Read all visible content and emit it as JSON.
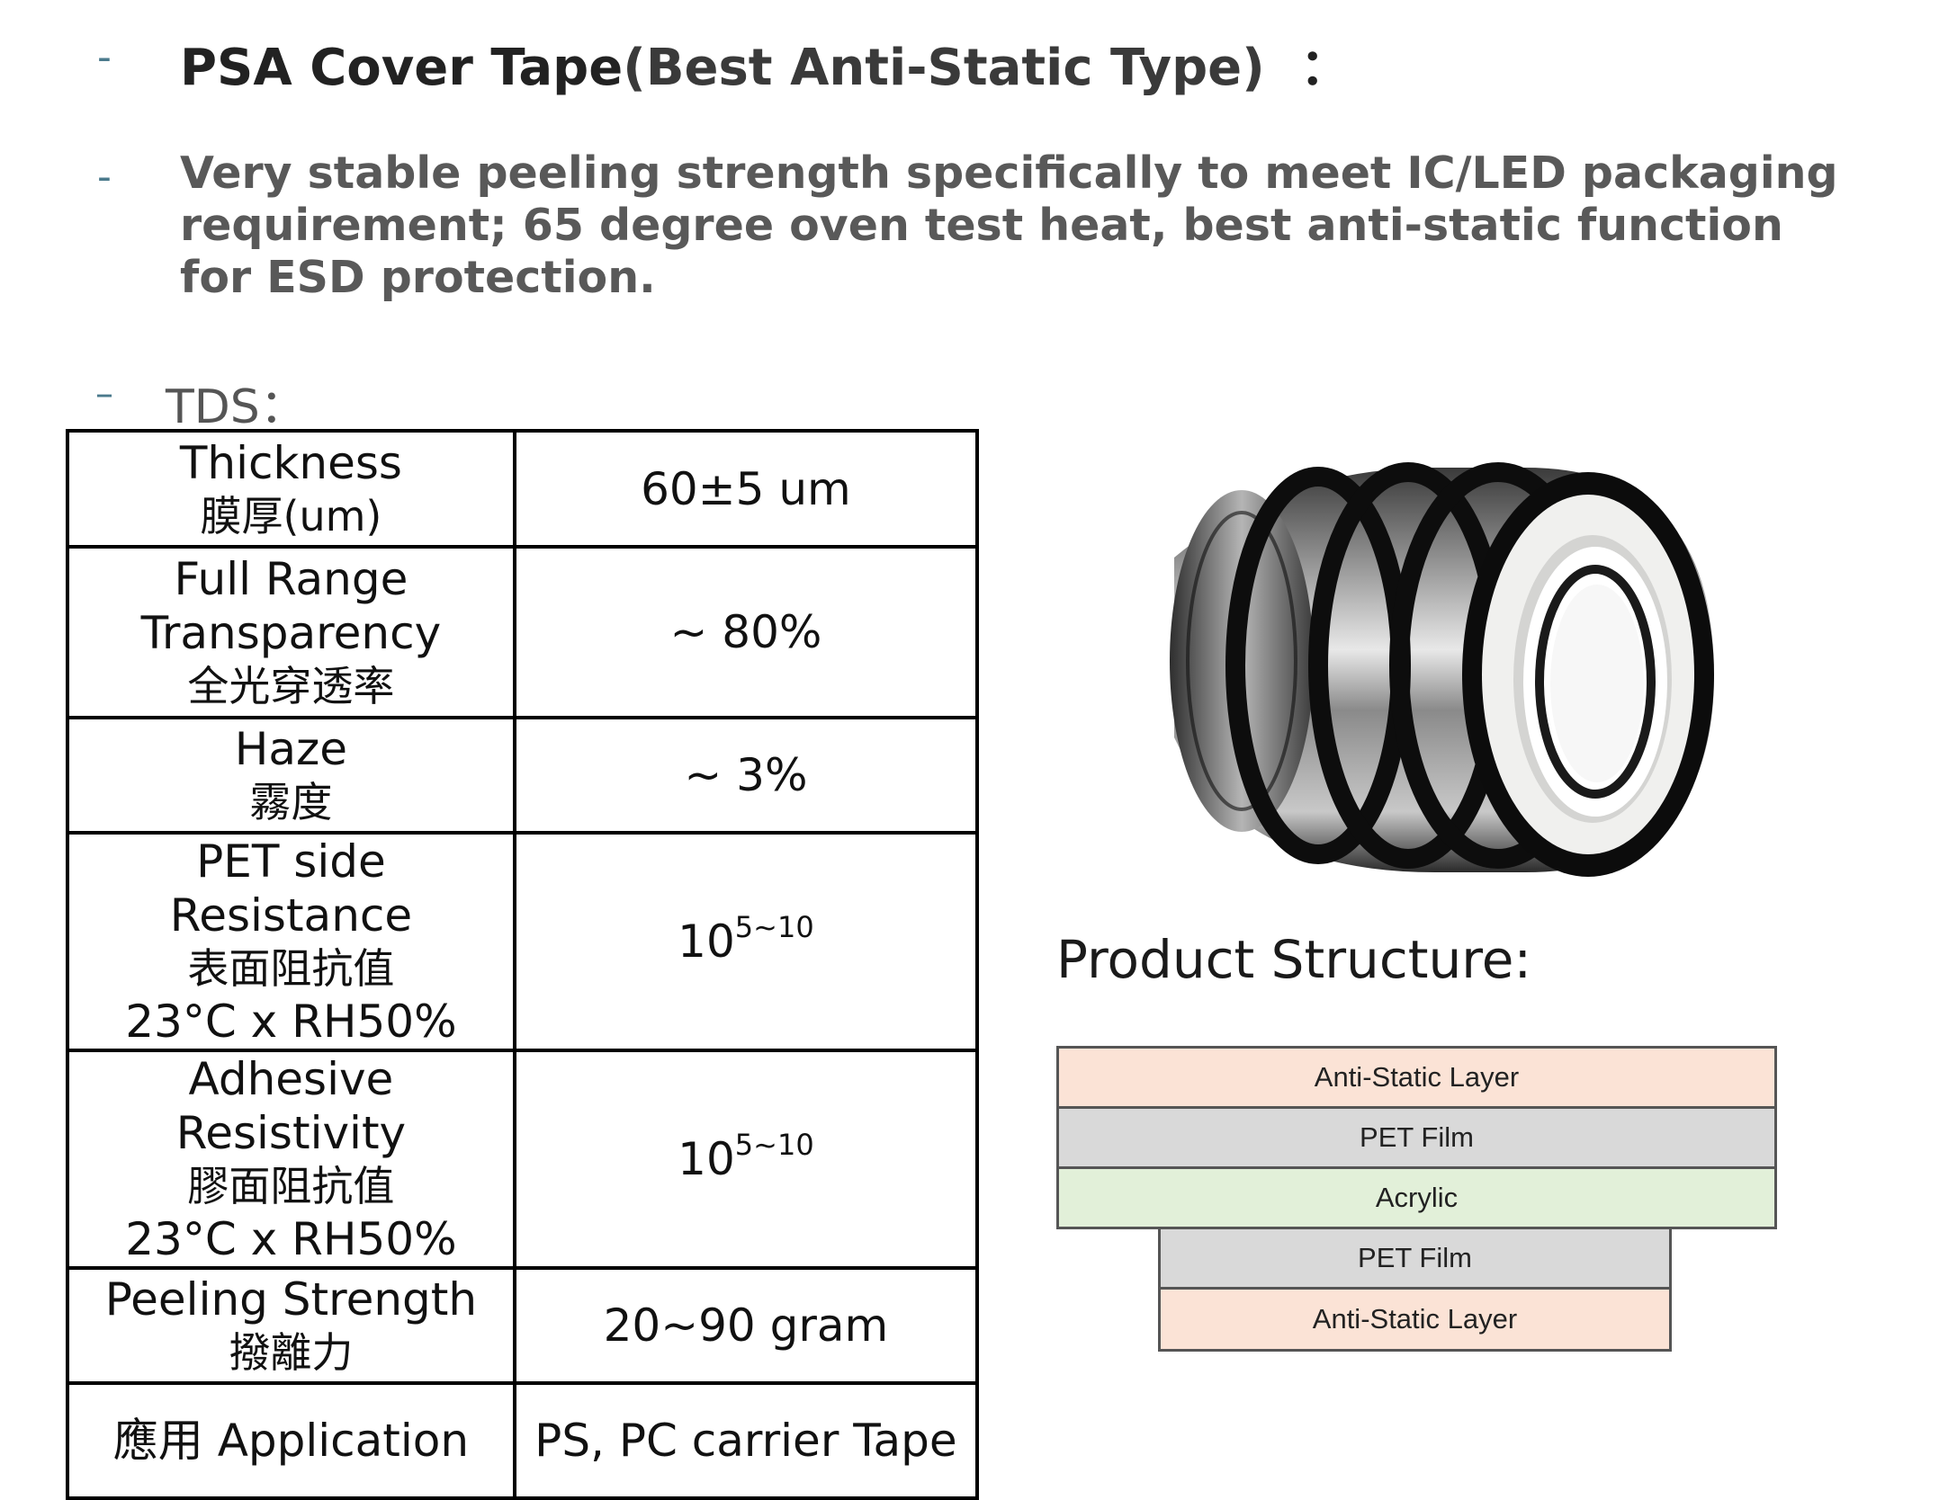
{
  "header": {
    "bullet": "-",
    "title_main": "PSA Cover Tape",
    "title_paren": "(Best Anti-Static Type)",
    "title_colon": "：",
    "description": "Very stable peeling strength specifically to meet IC/LED packaging requirement; 65 degree oven test heat, best anti-static function for ESD protection.",
    "tds_label": "TDS："
  },
  "tds": {
    "rows": [
      {
        "en": "Thickness",
        "zh": "膜厚(um)",
        "value": "60±5 um"
      },
      {
        "en": "Full Range Transparency",
        "zh": "全光穿透率",
        "value": "~ 80%"
      },
      {
        "en": "Haze",
        "zh": "霧度",
        "value": "~ 3%"
      },
      {
        "en": "PET side Resistance",
        "zh": "表面阻抗值",
        "cond": "23°C x RH50%",
        "value_base": "10",
        "value_exp": "5~10"
      },
      {
        "en": "Adhesive Resistivity",
        "zh": "膠面阻抗值",
        "cond": "23°C x RH50%",
        "value_base": "10",
        "value_exp": "5~10"
      },
      {
        "en": "Peeling Strength",
        "zh": "撥離力",
        "value": "20~90 gram"
      },
      {
        "en": "應用 Application",
        "value": "PS, PC carrier Tape"
      }
    ]
  },
  "structure": {
    "title": "Product Structure:",
    "layers": [
      {
        "label": "Anti-Static Layer",
        "color": "#fbe3d6"
      },
      {
        "label": "PET Film",
        "color": "#d9d9d9"
      },
      {
        "label": "Acrylic",
        "color": "#e2f0d9"
      },
      {
        "label": "PET Film",
        "color": "#d9d9d9"
      },
      {
        "label": "Anti-Static Layer",
        "color": "#fbe3d6"
      }
    ]
  },
  "colors": {
    "dash": "#4a7a8c",
    "title": "#222222",
    "description": "#595959"
  }
}
